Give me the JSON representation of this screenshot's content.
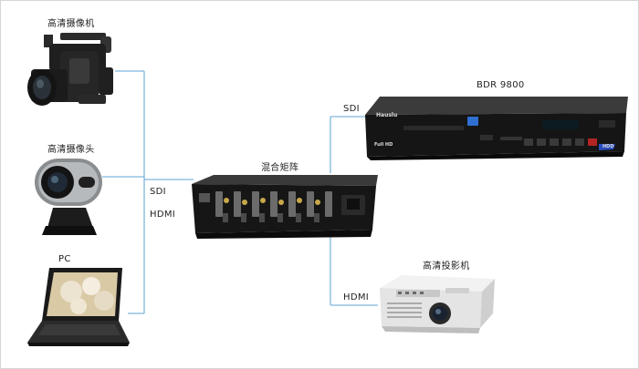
{
  "diagram": {
    "devices": {
      "camcorder": "高清摄像机",
      "webcam": "高清摄像头",
      "pc": "PC",
      "matrix": "混合矩阵",
      "recorder": "BDR 9800",
      "projector": "高清投影机"
    },
    "recorder_panel": {
      "brand": "Hauslu",
      "badge": "Full HD",
      "hdd_badge": "HDD"
    },
    "links": {
      "in_sdi": "SDI",
      "in_hdmi": "HDMI",
      "out_sdi": "SDI",
      "out_hdmi": "HDMI"
    },
    "colors": {
      "wire": "#7fb6dc",
      "device_body": "#1e1e1e",
      "projector_body": "#e8e8e8"
    }
  }
}
